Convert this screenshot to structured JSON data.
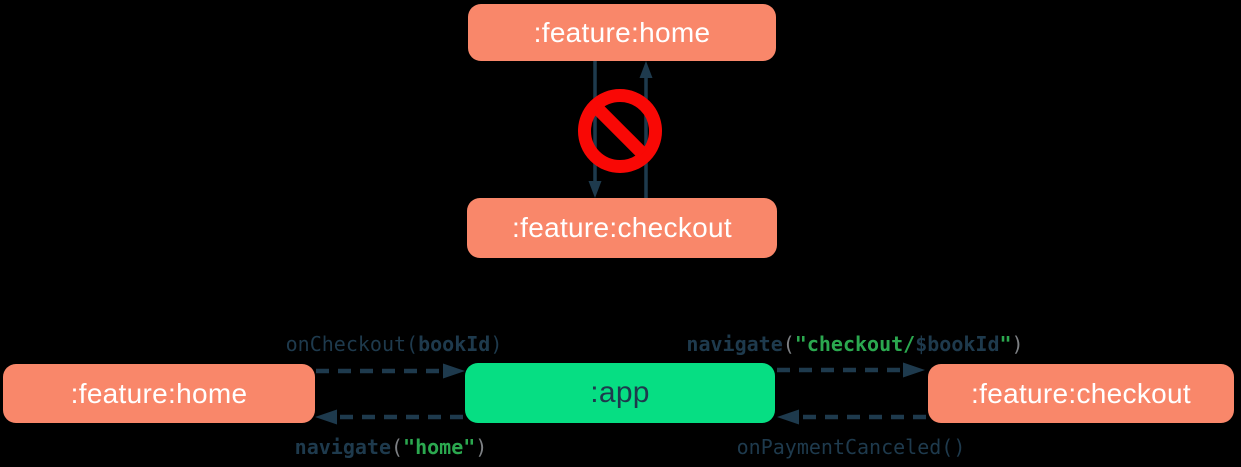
{
  "background": "#000000",
  "colors": {
    "background": "#000000",
    "box_orange": "#F9876A",
    "box_green": "#06DE83",
    "box_text_light": "#FFFFFF",
    "box_text_dark": "#1E3A4D",
    "arrow_navy": "#1E3A4D",
    "code_navy": "#1E3A4D",
    "code_green": "#2BA84F",
    "code_gray": "#7D8084",
    "sign_red": "#F90805"
  },
  "top_diagram": {
    "home_module": ":feature:home",
    "checkout_module": ":feature:checkout",
    "forbidden_icon": "no-entry-sign",
    "meaning": "direct dependency between feature modules is forbidden"
  },
  "bottom_diagram": {
    "home_module": ":feature:home",
    "app_module": ":app",
    "checkout_module": ":feature:checkout",
    "callbacks": {
      "on_checkout": [
        {
          "t": "onCheckout(",
          "c": "navy",
          "b": 0
        },
        {
          "t": "bookId",
          "c": "navy",
          "b": 1
        },
        {
          "t": ")",
          "c": "navy",
          "b": 0
        }
      ],
      "navigate_checkout": [
        {
          "t": "navigate",
          "c": "navy",
          "b": 1
        },
        {
          "t": "(",
          "c": "gray",
          "b": 0
        },
        {
          "t": "\"checkout/",
          "c": "green",
          "b": 1
        },
        {
          "t": "$bookId",
          "c": "navy",
          "b": 1
        },
        {
          "t": "\"",
          "c": "green",
          "b": 1
        },
        {
          "t": ")",
          "c": "gray",
          "b": 0
        }
      ],
      "navigate_home": [
        {
          "t": "navigate",
          "c": "navy",
          "b": 1
        },
        {
          "t": "(",
          "c": "gray",
          "b": 0
        },
        {
          "t": "\"home\"",
          "c": "green",
          "b": 1
        },
        {
          "t": ")",
          "c": "gray",
          "b": 0
        }
      ],
      "on_payment_canceled": [
        {
          "t": "onPaymentCanceled()",
          "c": "navy",
          "b": 0
        }
      ]
    }
  }
}
